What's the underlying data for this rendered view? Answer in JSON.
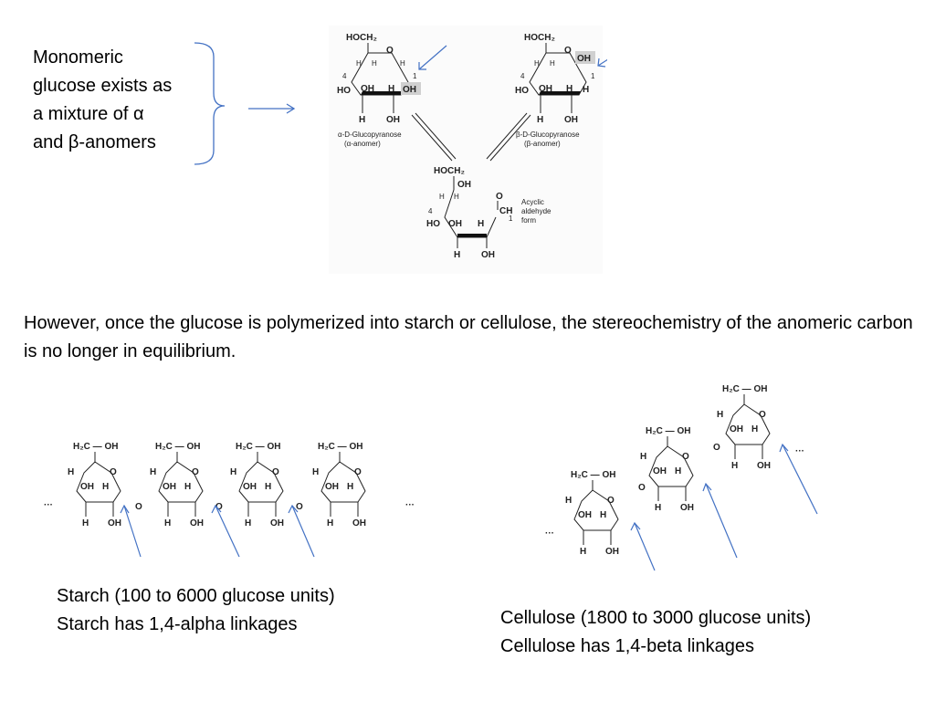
{
  "intro": {
    "line1": "Monomeric",
    "line2": "glucose exists as",
    "line3": "a mixture of α",
    "line4": "and β-anomers"
  },
  "molecules": {
    "alpha_name": "α-D-Glucopyranose",
    "alpha_sub": "(α-anomer)",
    "beta_name": "β-D-Glucopyranose",
    "beta_sub": "(β-anomer)",
    "acyclic_l1": "Acyclic",
    "acyclic_l2": "aldehyde",
    "acyclic_l3": "form",
    "hoch2": "HOCH₂",
    "oh": "OH",
    "h": "H",
    "ho": "HO",
    "o": "O",
    "ch": "CH",
    "c4": "4",
    "c1": "1",
    "h2c_oh": "H₂C — OH",
    "ellipsis": "···"
  },
  "statement": {
    "text": "However, once the glucose is polymerized into starch or cellulose, the stereochemistry of the anomeric carbon is no longer in equilibrium."
  },
  "starch": {
    "line1": "Starch (100 to 6000 glucose units)",
    "line2": "Starch has 1,4-alpha linkages"
  },
  "cellulose": {
    "line1": "Cellulose (1800 to 3000 glucose units)",
    "line2": "Cellulose has 1,4-beta linkages"
  },
  "colors": {
    "arrow": "#4472c4",
    "text": "#000000"
  }
}
